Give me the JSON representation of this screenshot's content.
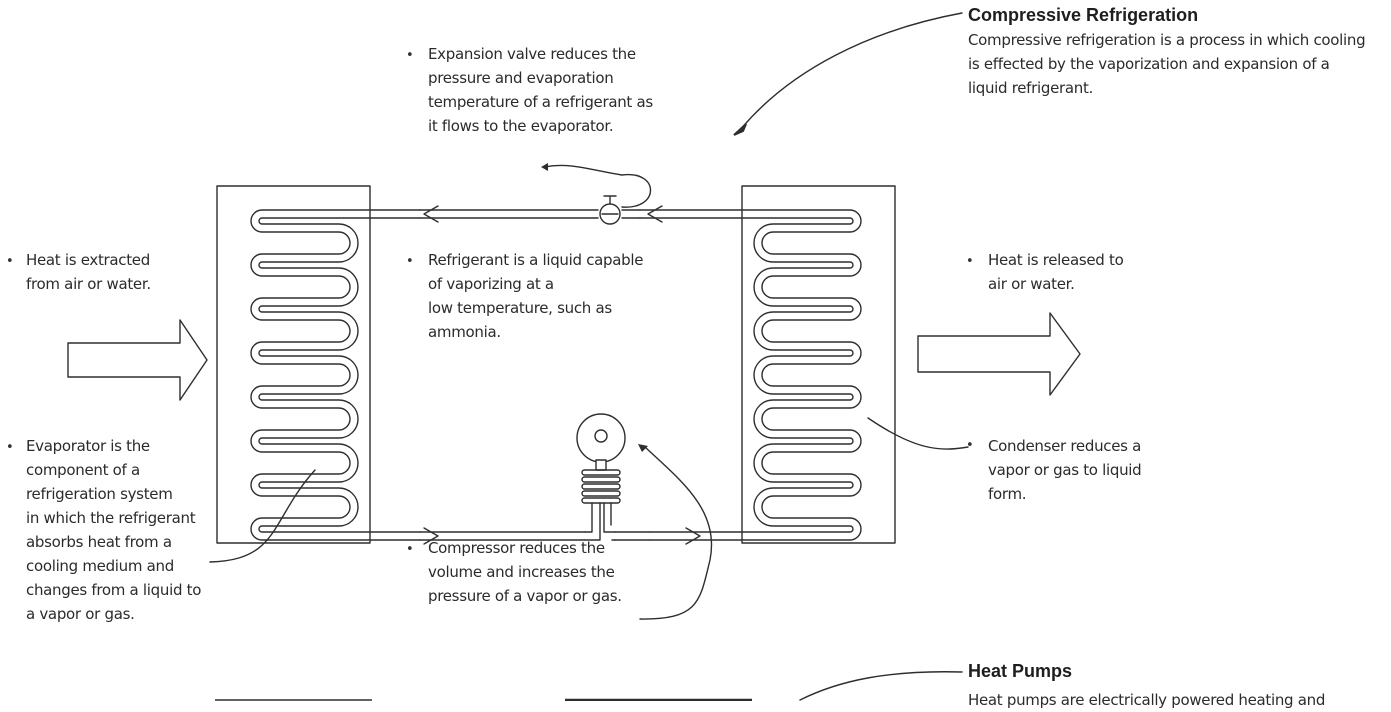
{
  "sections": {
    "compressive": {
      "title": "Compressive Refrigeration",
      "body": "Compressive refrigeration is a process in which cooling\nis effected by the vaporization and expansion of a\nliquid refrigerant."
    },
    "heat_pumps": {
      "title": "Heat Pumps",
      "body_partial": "Heat pumps are electrically powered heating and"
    }
  },
  "notes": {
    "expansion_valve": "Expansion valve reduces the\npressure and evaporation\ntemperature of a refrigerant as\nit flows to the evaporator.",
    "heat_extracted": "Heat is extracted\nfrom air or water.",
    "refrigerant": "Refrigerant is a liquid capable\nof vaporizing at a\nlow temperature, such as\nammonia.",
    "heat_released": "Heat is released to\nair or water.",
    "evaporator": "Evaporator is the\ncomponent of a\nrefrigeration system\nin which the refrigerant\nabsorbs heat from a\ncooling medium and\nchanges from a liquid to\na vapor or gas.",
    "condenser": "Condenser reduces a\nvapor or gas to liquid\nform.",
    "compressor": "Compressor reduces the\nvolume and increases the\npressure of a vapor or gas."
  },
  "colors": {
    "ink": "#2b2b2b",
    "paper": "#ffffff"
  }
}
